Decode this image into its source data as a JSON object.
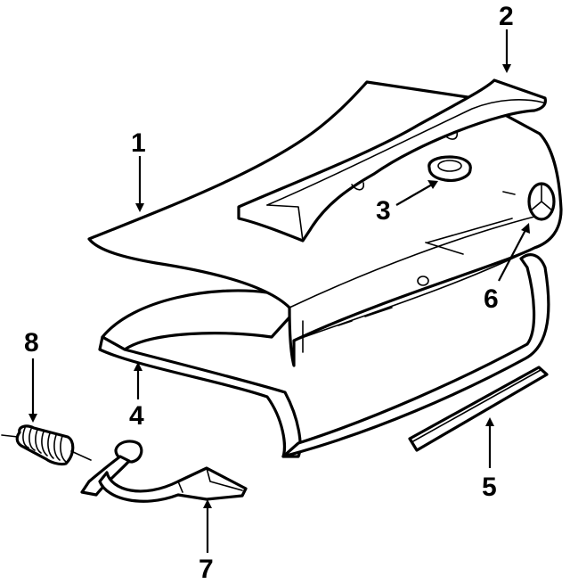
{
  "diagram": {
    "callouts": [
      {
        "num": "1",
        "part": "trunk-lid"
      },
      {
        "num": "2",
        "part": "spoiler"
      },
      {
        "num": "3",
        "part": "grommet"
      },
      {
        "num": "4",
        "part": "weatherstrip"
      },
      {
        "num": "5",
        "part": "molding"
      },
      {
        "num": "6",
        "part": "emblem"
      },
      {
        "num": "7",
        "part": "latch-cable"
      },
      {
        "num": "8",
        "part": "spring"
      }
    ]
  },
  "colors": {
    "ink": "#000000",
    "paper": "#ffffff"
  }
}
